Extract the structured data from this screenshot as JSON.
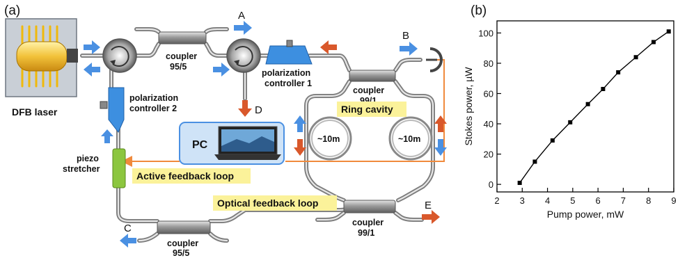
{
  "panel_a_label": "(a)",
  "panel_b_label": "(b)",
  "labels": {
    "dfb_laser": "DFB laser",
    "coupler_95_5": "coupler",
    "coupler_95_5_ratio": "95/5",
    "pc1": "polarization",
    "pc1_b": "controller 1",
    "pc2": "polarization",
    "pc2_b": "controller 2",
    "coupler_99_1_top": "coupler",
    "coupler_99_1_top_ratio": "99/1",
    "coupler_99_1_bot": "coupler",
    "coupler_99_1_bot_ratio": "99/1",
    "coupler_95_5_bot": "coupler",
    "coupler_95_5_bot_ratio": "95/5",
    "ring_cavity": "Ring cavity",
    "fiber_left": "~10m",
    "fiber_right": "~10m",
    "pc": "PC",
    "piezo": "piezo",
    "piezo_b": "stretcher",
    "active_loop": "Active feedback loop",
    "optical_loop": "Optical feedback loop",
    "port_a": "A",
    "port_b": "B",
    "port_c": "C",
    "port_d": "D",
    "port_e": "E"
  },
  "colors": {
    "blue_arrow": "#4a90e2",
    "red_arrow": "#d9582b",
    "orange_line": "#f08a3c",
    "highlight": "#fbf29a",
    "component_blue": "#3d8fe0",
    "piezo_green": "#8cc63f"
  },
  "chart_data": {
    "type": "line",
    "xlabel": "Pump power, mW",
    "ylabel": "Stokes power, µW",
    "xlim": [
      2,
      9
    ],
    "ylim": [
      -5,
      108
    ],
    "xticks": [
      2,
      3,
      4,
      5,
      6,
      7,
      8,
      9
    ],
    "yticks": [
      0,
      20,
      40,
      60,
      80,
      100
    ],
    "x": [
      2.9,
      3.5,
      4.2,
      4.9,
      5.6,
      6.2,
      6.8,
      7.5,
      8.2,
      8.8
    ],
    "y": [
      1,
      15,
      29,
      41,
      53,
      63,
      74,
      84,
      94,
      101
    ],
    "marker": "square",
    "grid": false
  }
}
